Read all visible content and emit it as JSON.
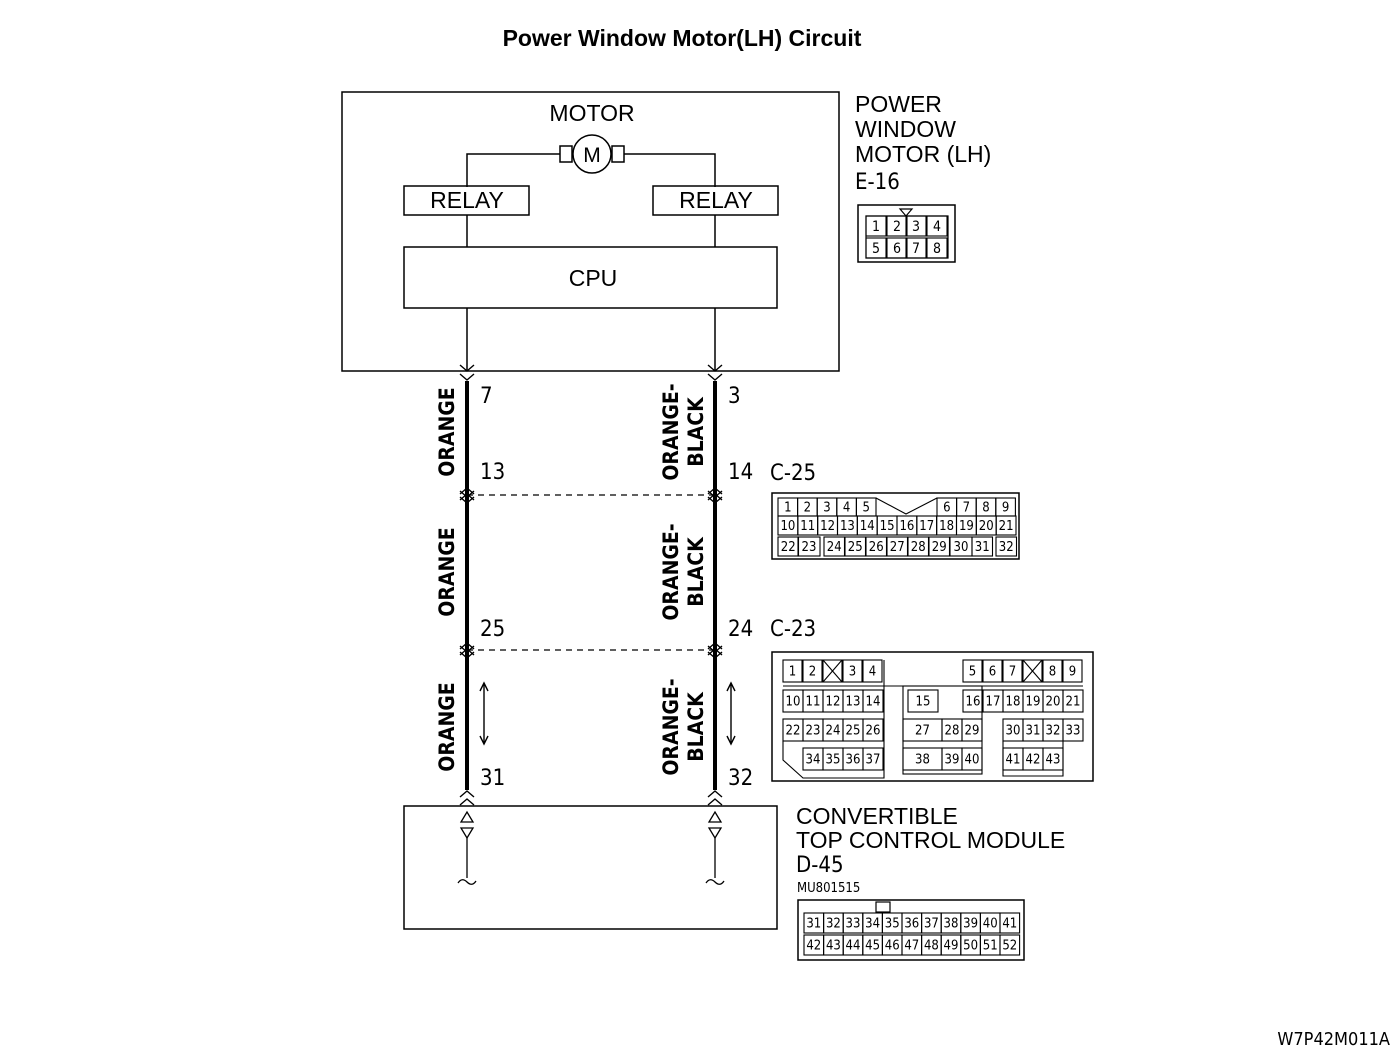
{
  "title": "Power Window Motor(LH) Circuit",
  "power_window_motor": {
    "name_lines": [
      "POWER",
      "WINDOW",
      "MOTOR (LH)"
    ],
    "code": "E-16",
    "motor_label": "MOTOR",
    "motor_symbol": "M",
    "relay_left": "RELAY",
    "relay_right": "RELAY",
    "cpu_label": "CPU",
    "connector_pins": {
      "top": [
        "1",
        "2",
        "3",
        "4"
      ],
      "bottom": [
        "5",
        "6",
        "7",
        "8"
      ]
    }
  },
  "wires": {
    "left": {
      "terminals": [
        "7",
        "13",
        "25",
        "31"
      ],
      "segments": [
        "ORANGE",
        "ORANGE",
        "ORANGE"
      ]
    },
    "right": {
      "terminals": [
        "3",
        "14",
        "24",
        "32"
      ],
      "segments": [
        [
          "ORANGE-",
          "BLACK"
        ],
        [
          "ORANGE-",
          "BLACK"
        ],
        [
          "ORANGE-",
          "BLACK"
        ]
      ]
    }
  },
  "connector_c25": {
    "code": "C-25",
    "rows": [
      [
        "1",
        "2",
        "3",
        "4",
        "5",
        "",
        "",
        "",
        "6",
        "7",
        "8",
        "9"
      ],
      [
        "10",
        "11",
        "12",
        "13",
        "14",
        "15",
        "16",
        "17",
        "18",
        "19",
        "20",
        "21"
      ],
      [
        "22",
        "23",
        "",
        "24",
        "25",
        "26",
        "27",
        "28",
        "29",
        "30",
        "",
        "31",
        "32"
      ]
    ]
  },
  "connector_c23": {
    "code": "C-23",
    "left_rows": [
      [
        "1",
        "2",
        "",
        "3",
        "4"
      ],
      [
        "10",
        "11",
        "12",
        "13",
        "14"
      ],
      [
        "22",
        "23",
        "24",
        "25",
        "26"
      ],
      [
        "34",
        "35",
        "36",
        "37"
      ]
    ],
    "middle": [
      "15",
      "27",
      "28",
      "29",
      "38",
      "39",
      "40"
    ],
    "right_rows": [
      [
        "5",
        "6",
        "7",
        "",
        "8",
        "9"
      ],
      [
        "16",
        "17",
        "18",
        "19",
        "20",
        "21"
      ],
      [
        "30",
        "31",
        "32",
        "33"
      ],
      [
        "41",
        "42",
        "43"
      ]
    ]
  },
  "convertible_module": {
    "name_lines": [
      "CONVERTIBLE",
      "TOP CONTROL MODULE"
    ],
    "code": "D-45",
    "part_number": "MU801515",
    "connector_pins": {
      "top": [
        "31",
        "32",
        "33",
        "34",
        "35",
        "36",
        "37",
        "38",
        "39",
        "40",
        "41"
      ],
      "bottom": [
        "42",
        "43",
        "44",
        "45",
        "46",
        "47",
        "48",
        "49",
        "50",
        "51",
        "52"
      ]
    }
  },
  "figure_id": "W7P42M011A"
}
